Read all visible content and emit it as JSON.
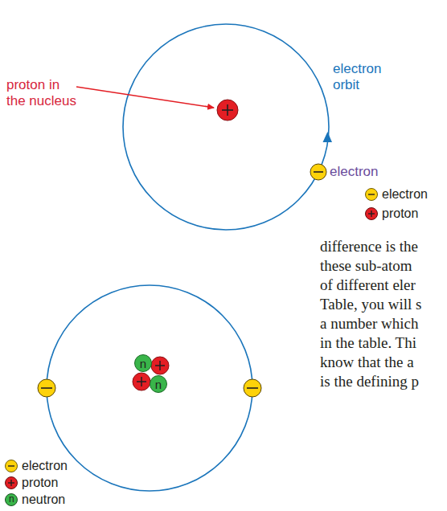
{
  "diagram": {
    "nodes": [
      {
        "text": [
          "n"
        ]
      },
      {
        "text": [
          "n"
        ]
      }
    ],
    "labels": [
      "proton in the nucleus",
      "electron orbit",
      "electron",
      "difference is the",
      "these sub-atom",
      "of different eler",
      "Table, you will s",
      "a number which",
      "in the table. Thi",
      "know that the a",
      "is the defining p",
      "n"
    ],
    "legend": [
      {
        "text": "electron",
        "color": "#fdd20a"
      },
      {
        "text": "proton",
        "color": "#e31e24"
      },
      {
        "text": "electron",
        "color": "#fdd20a"
      },
      {
        "text": "proton",
        "color": "#e31e24"
      },
      {
        "text": "neutron",
        "color": "#39b54a"
      }
    ]
  }
}
